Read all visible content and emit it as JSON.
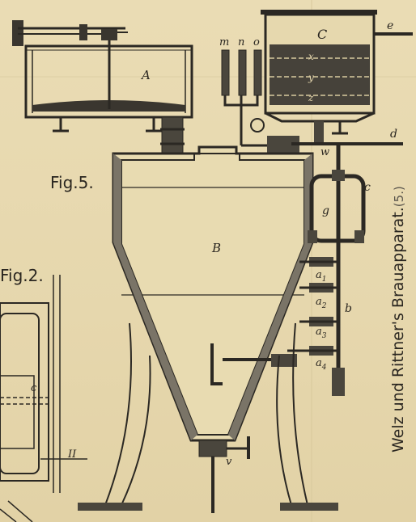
{
  "plate": {
    "fig5_label": "Fig.5.",
    "fig2_label": "Fig.2.",
    "side_title": "Welz und Rittner's Brauapparat.",
    "side_title_number": "(5.)"
  },
  "labels": {
    "A": "A",
    "B": "B",
    "C": "C",
    "m": "m",
    "n": "n",
    "o": "o",
    "e": "e",
    "d": "d",
    "w": "w",
    "c": "c",
    "g": "g",
    "b": "b",
    "v": "v",
    "a1": "a",
    "a1_sub": "1",
    "a2": "a",
    "a2_sub": "2",
    "a3": "a",
    "a3_sub": "3",
    "a4": "a",
    "a4_sub": "4",
    "x": "x",
    "y": "y",
    "z": "z",
    "fig2_c": "c",
    "fig2_II": "II"
  }
}
